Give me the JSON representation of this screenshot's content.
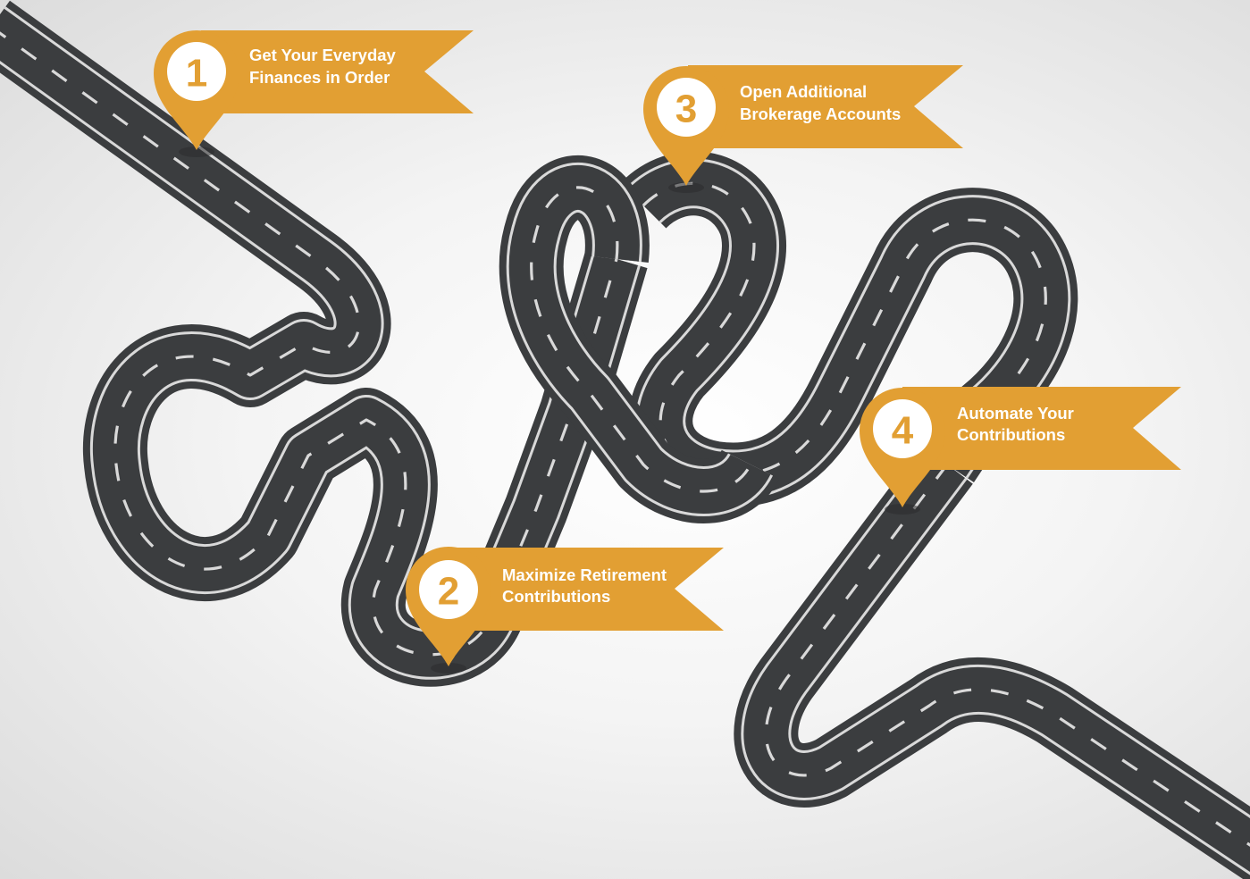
{
  "steps": [
    {
      "number": "1",
      "line1": "Get Your Everyday",
      "line2": "Finances in Order"
    },
    {
      "number": "2",
      "line1": "Maximize Retirement",
      "line2": "Contributions"
    },
    {
      "number": "3",
      "line1": "Open Additional",
      "line2": "Brokerage Accounts"
    },
    {
      "number": "4",
      "line1": "Automate Your",
      "line2": "Contributions"
    }
  ],
  "colors": {
    "accent": "#e29f33",
    "road": "#3b3d3f",
    "road_marking": "#d9d9d9",
    "background": "#efefef"
  }
}
